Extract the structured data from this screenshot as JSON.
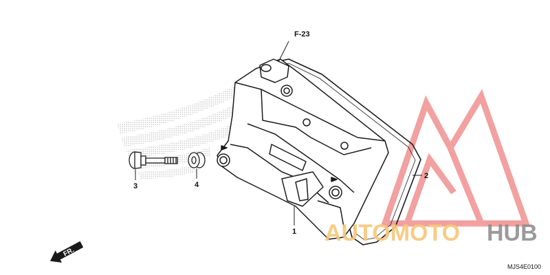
{
  "diagram": {
    "reference": "F-23",
    "parts": [
      {
        "id": "part-1",
        "label": "1"
      },
      {
        "id": "part-2",
        "label": "2"
      },
      {
        "id": "part-3",
        "label": "3"
      },
      {
        "id": "part-4",
        "label": "4"
      }
    ],
    "direction_label": "FR.",
    "code": "MJS4E0100"
  },
  "watermark": {
    "text_1": "AUTOMOTO",
    "text_2": "HUB",
    "color_primary": "#f2a0a0",
    "color_secondary": "#f7c77a"
  },
  "icons": [
    "honda-wing-logo",
    "front-arrow-icon"
  ]
}
